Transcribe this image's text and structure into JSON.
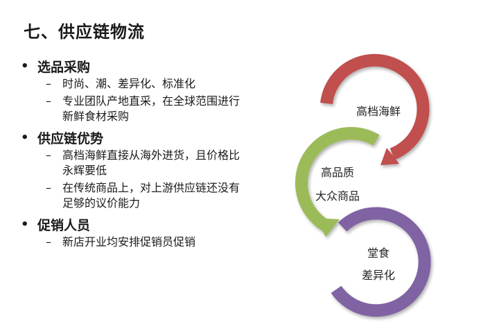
{
  "title": "七、供应链物流",
  "bullet_symbol": "•",
  "dash_symbol": "–",
  "sections": [
    {
      "heading": "选品采购",
      "items": [
        "时尚、潮、差异化、标准化",
        "专业团队产地直采，在全球范围进行新鲜食材采购"
      ]
    },
    {
      "heading": "供应链优势",
      "items": [
        "高档海鲜直接从海外进货，且价格比永辉要低",
        "在传统商品上，对上游供应链还没有足够的议价能力"
      ]
    },
    {
      "heading": "促销人员",
      "items": [
        "新店开业均安排促销员促销"
      ]
    }
  ],
  "diagram": {
    "nodes": [
      {
        "lines": [
          "高档海鲜"
        ],
        "color": "#c0504d"
      },
      {
        "lines": [
          "高品质",
          "大众商品"
        ],
        "color": "#9bbb59"
      },
      {
        "lines": [
          "堂食",
          "差异化"
        ],
        "color": "#8064a2"
      }
    ]
  }
}
